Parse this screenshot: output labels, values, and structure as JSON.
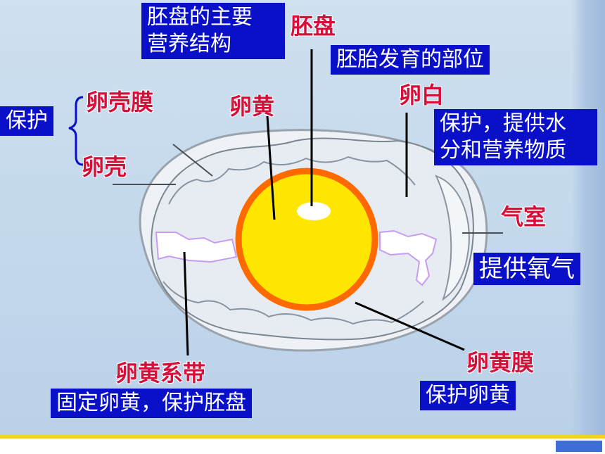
{
  "colors": {
    "box_bg": "#0a10c8",
    "label_red": "#d4103a",
    "yolk": "#ffe600",
    "yolk_ring": "#ff6a00",
    "chalaza": "#c79cf0"
  },
  "labels": {
    "blastodisc": "胚盘",
    "yolk": "卵黄",
    "albumen": "卵白",
    "shell_membrane": "卵壳膜",
    "shell": "卵壳",
    "air_cell": "气室",
    "chalaza": "卵黄系带",
    "yolk_membrane": "卵黄膜"
  },
  "boxes": {
    "blastodisc_nutrition_line1": "胚盘的主要",
    "blastodisc_nutrition_line2": "营养结构",
    "blastodisc_function": "胚胎发育的部位",
    "protect": "保护",
    "albumen_line1": "保护，提供水",
    "albumen_line2": "分和营养物质",
    "air_cell_function": "提供氧气",
    "chalaza_function": "固定卵黄，保护胚盘",
    "yolk_membrane_function": "保护卵黄"
  }
}
